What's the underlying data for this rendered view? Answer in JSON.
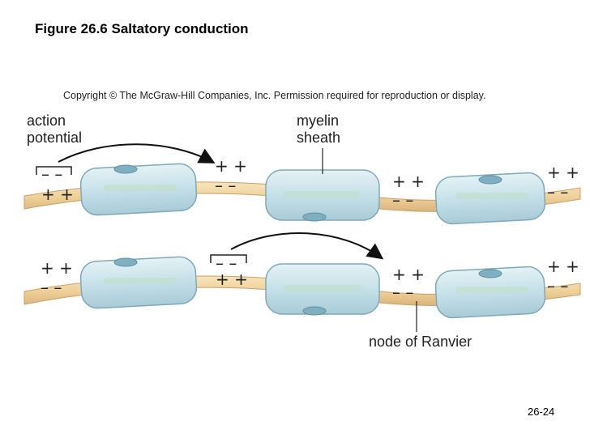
{
  "title": "Figure 26.6 Saltatory conduction",
  "copyright": "Copyright © The McGraw-Hill Companies, Inc. Permission required for reproduction or display.",
  "labels": {
    "action_potential_1": "action",
    "action_potential_2": "potential",
    "myelin_1": "myelin",
    "myelin_2": "sheath",
    "node": "node of Ranvier"
  },
  "charges": {
    "plus": "+ +",
    "minus": "– –"
  },
  "slide_number": "26-24",
  "colors": {
    "axon": "#f4d9a6",
    "axon_stroke": "#c9a06a",
    "myelin": "#cfe6ec",
    "myelin_stroke": "#7fa9b8",
    "nucleus": "#7fb0c2",
    "arrow": "#111111"
  }
}
